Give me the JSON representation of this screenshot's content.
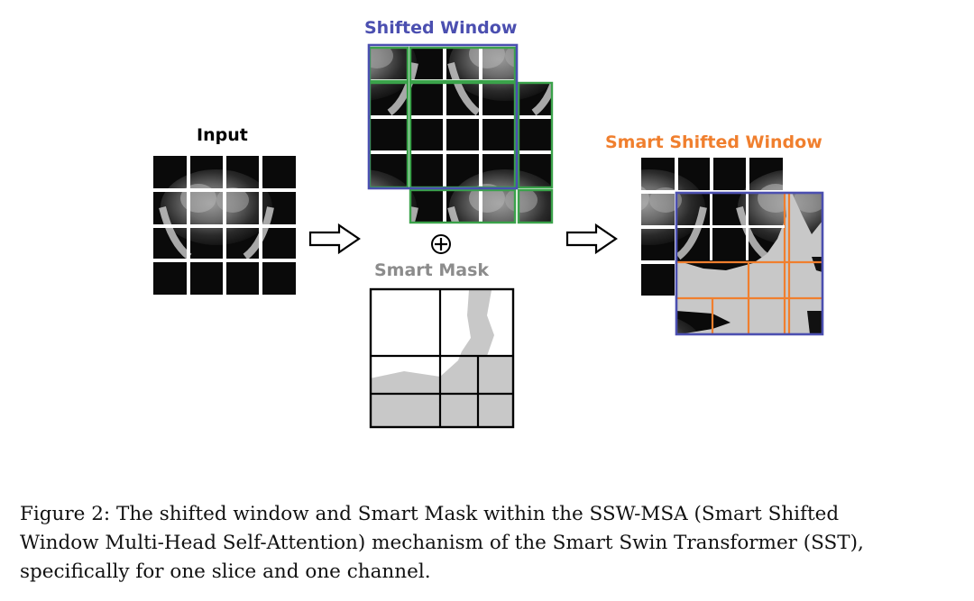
{
  "figure": {
    "labels": {
      "input": "Input",
      "shifted_window": "Shifted Window",
      "smart_shifted_window": "Smart Shifted Window",
      "smart_mask": "Smart Mask",
      "plus_symbol": "⊕"
    },
    "colors": {
      "blue": "#4b4fb0",
      "green": "#3aa24a",
      "orange": "#f07f2e",
      "gray": "#8c8c8c",
      "mask_fill": "#c8c8c8"
    },
    "icons": [
      "right-arrow-icon",
      "right-arrow-icon",
      "circled-plus-icon"
    ]
  },
  "caption": {
    "line1": "Figure 2:   The shifted window and Smart Mask within the SSW-MSA (Smart Shifted",
    "line2": "Window Multi-Head Self-Attention) mechanism of the Smart Swin Transformer (SST),",
    "line3": "specifically for one slice and one channel."
  }
}
